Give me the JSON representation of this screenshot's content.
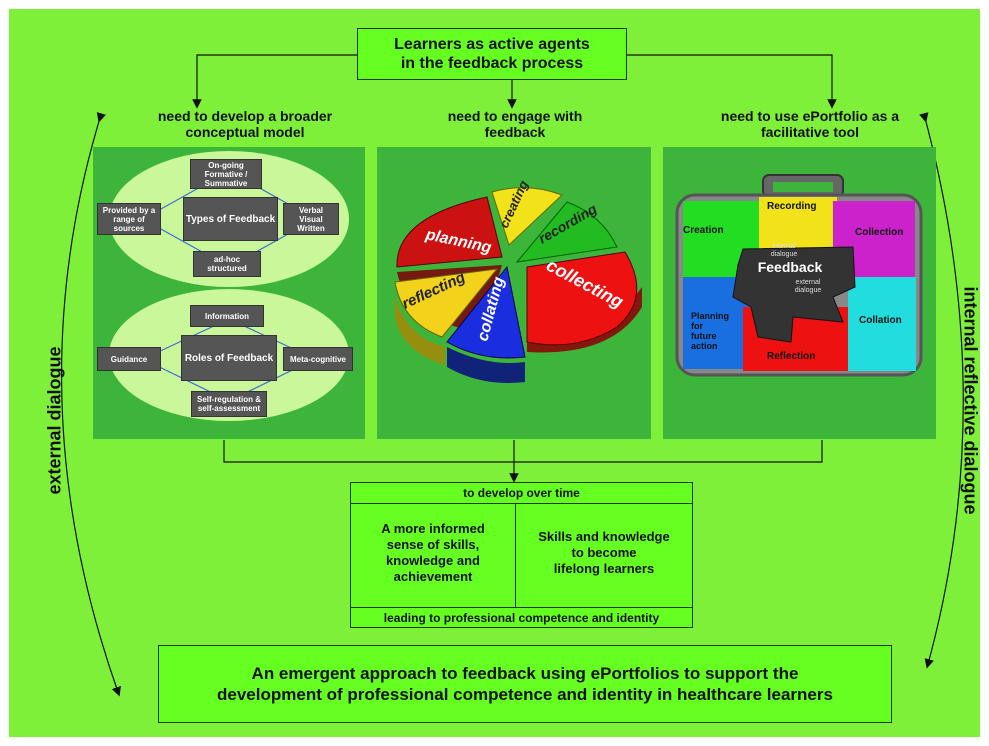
{
  "title_box": {
    "line1": "Learners as active agents",
    "line2": "in the feedback process"
  },
  "headings": {
    "left": {
      "line1": "need to develop a broader",
      "line2": "conceptual model"
    },
    "middle": {
      "line1": "need to engage with",
      "line2": "feedback"
    },
    "right": {
      "line1": "need to use ePortfolio as a",
      "line2": "facilitative tool"
    }
  },
  "side_labels": {
    "left": "external dialogue",
    "right": "internal reflective dialogue"
  },
  "types_diagram": {
    "center": "Types of Feedback",
    "top": "On-going\nFormative /\nSummative",
    "left": "Provided by a\nrange of sources",
    "right": "Verbal\nVisual\nWritten",
    "bottom": "ad-hoc\nstructured"
  },
  "roles_diagram": {
    "center": "Roles of Feedback",
    "top": "Information",
    "left": "Guidance",
    "right": "Meta-cognitive",
    "bottom": "Self-regulation &\nself-assessment"
  },
  "pie": {
    "slices": [
      {
        "label": "planning",
        "color": "#cc1111"
      },
      {
        "label": "creating",
        "color": "#f2e21a"
      },
      {
        "label": "recording",
        "color": "#22bb22"
      },
      {
        "label": "collecting",
        "color": "#ee1111"
      },
      {
        "label": "collating",
        "color": "#1a2ee0"
      },
      {
        "label": "reflecting",
        "color": "#f2d21a"
      }
    ]
  },
  "puzzle": {
    "center": "Feedback",
    "internal": "internal\ndialogue",
    "external": "external\ndialogue",
    "pieces": {
      "creation": "Creation",
      "recording": "Recording",
      "collection": "Collection",
      "planning": "Planning\nfor\nfuture\naction",
      "reflection": "Reflection",
      "collation": "Collation"
    }
  },
  "develop_table": {
    "header": "to develop over time",
    "left": "A more informed\nsense of skills,\nknowledge and\nachievement",
    "right": "Skills and knowledge\nto become\nlifelong learners",
    "footer": "leading to professional competence and identity"
  },
  "conclusion": {
    "line1": "An emergent approach to feedback using ePortfolios to support the",
    "line2": "development of professional competence and identity in healthcare learners"
  }
}
